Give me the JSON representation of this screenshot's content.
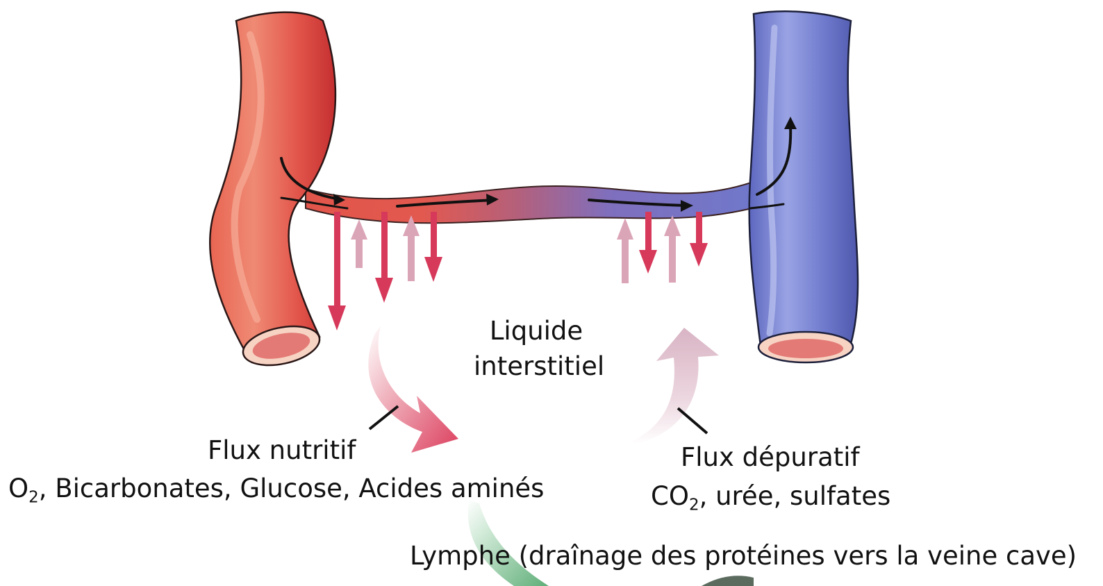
{
  "labels": {
    "interstitial": [
      "Liquide",
      "interstitiel"
    ],
    "nutritive_title": "Flux nutritif",
    "nutritive_o": "O",
    "nutritive_sub": "2",
    "nutritive_rest": ", Bicarbonates, Glucose, Acides aminés",
    "depurative_title": "Flux dépuratif",
    "depurative_co": "CO",
    "depurative_sub": "2",
    "depurative_rest": ", urée, sulfates",
    "lymph": "Lymphe (draînage des protéines vers la veine cave)"
  },
  "colors": {
    "artery": "#e2554a",
    "artery_dark": "#c93432",
    "artery_light": "#f08778",
    "vein": "#6e79cc",
    "vein_dark": "#4f58ac",
    "vein_light": "#98a2e3",
    "lumen": "#e37a75",
    "rim": "#f7d3c4",
    "outflow_arrow": "#d6395a",
    "inflow_arrow": "#dba5b8",
    "nutritive_swoosh": "#dc3f5e",
    "depurative_swoosh": "#dbbac8",
    "lymph_swoosh": "#6db882",
    "flow_arrow": "#111111"
  }
}
